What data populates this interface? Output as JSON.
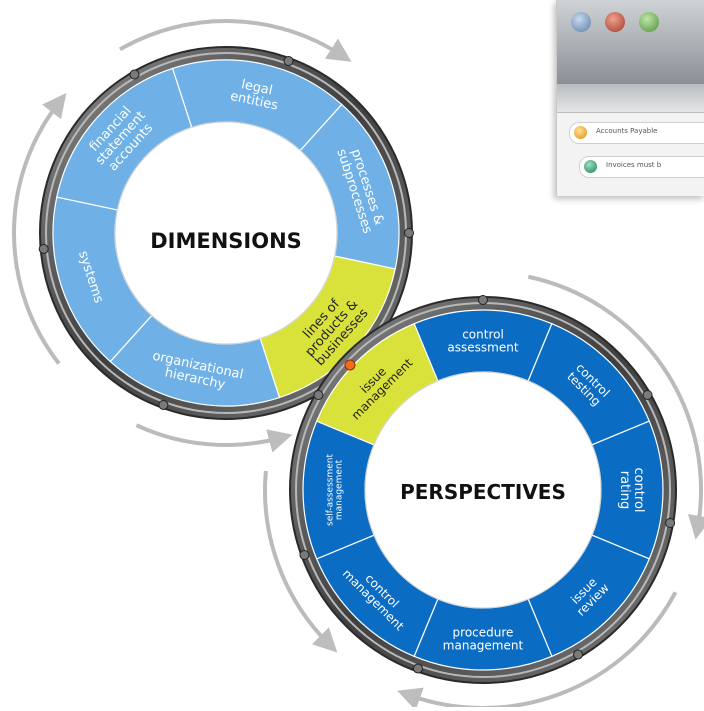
{
  "dimensions": {
    "title": "DIMENSIONS",
    "segments": [
      "legal entities",
      "processes & subprocesses",
      "lines of products & businesses",
      "organizational hierarchy",
      "systems",
      "financial statement accounts"
    ]
  },
  "perspectives": {
    "title": "PERSPECTIVES",
    "segments": [
      "control assessment",
      "control testing",
      "control rating",
      "issue review",
      "procedure management",
      "control management",
      "self-assessment management",
      "issue management"
    ]
  },
  "screenshot": {
    "row1": "Accounts Payable",
    "row2": "Invoices must b"
  },
  "colors": {
    "light_blue": "#6fb1e6",
    "dark_blue": "#0b6cc4",
    "highlight": "#d8e23a",
    "arrow": "#bbbbbb",
    "ring": "#5f5f5f"
  }
}
